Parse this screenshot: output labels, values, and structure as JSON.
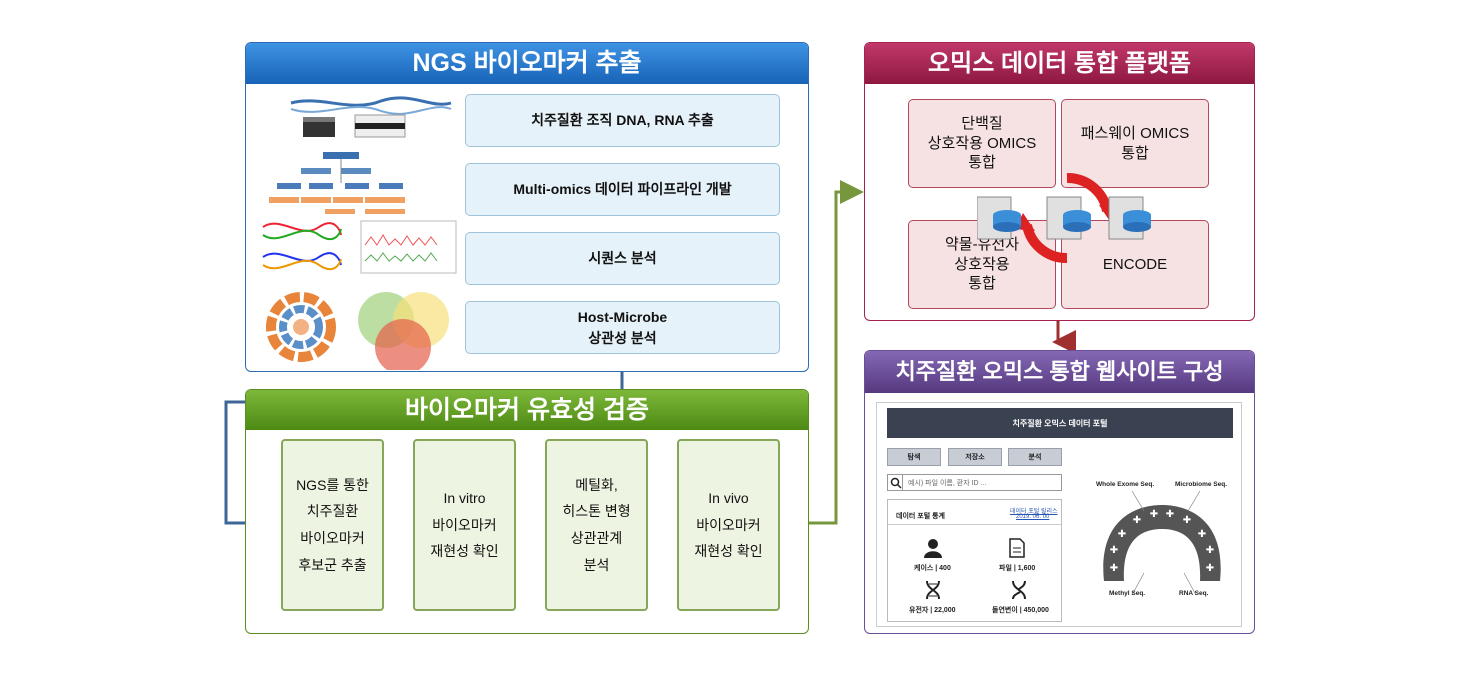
{
  "ngs": {
    "title": "NGS 바이오마커 추출",
    "steps": [
      "치주질환 조직  DNA, RNA 추출",
      "Multi-omics 데이터 파이프라인 개발",
      "시퀀스 분석",
      "Host-Microbe\n상관성 분석"
    ]
  },
  "validation": {
    "title": "바이오마커 유효성 검증",
    "steps": [
      "NGS를 통한\n치주질환\n바이오마커\n후보군 추출",
      "In vitro\n바이오마커\n재현성 확인",
      "메틸화,\n히스톤 변형\n상관관계\n분석",
      "In vivo\n바이오마커\n재현성 확인"
    ]
  },
  "platform": {
    "title": "오믹스 데이터 통합 플랫폼",
    "boxes": [
      "단백질\n상호작용 OMICS\n통합",
      "패스웨이 OMICS\n통합",
      "약물-유전자\n상호작용\n통합",
      "ENCODE"
    ]
  },
  "website": {
    "title": "치주질환 오믹스 통합 웹사이트 구성",
    "portal_title": "치주질환 오믹스 데이터 포털",
    "buttons": [
      "탐색",
      "저장소",
      "분석"
    ],
    "search_placeholder": "예시) 파일 이름, 환자 ID ...",
    "stats_title": "데이터 포털 통계",
    "stats_link": "데이터 포털 릴리스",
    "stats_date": "2019. 06. 00",
    "stats": [
      "케이스 | 400",
      "파일 | 1,600",
      "유전자 | 22,000",
      "돌연변이 | 450,000"
    ],
    "seq_labels": [
      "Whole Exome Seq.",
      "Microbiome Seq.",
      "Methyl Seq.",
      "RNA Seq."
    ]
  },
  "colors": {
    "ngs_header": "#1f74c9",
    "validation_header": "#5a8f1d",
    "platform_header": "#a6214f",
    "website_header": "#6a4e98",
    "connector_blue": "#3f6699",
    "connector_green": "#77973d",
    "connector_red": "#a03030"
  }
}
